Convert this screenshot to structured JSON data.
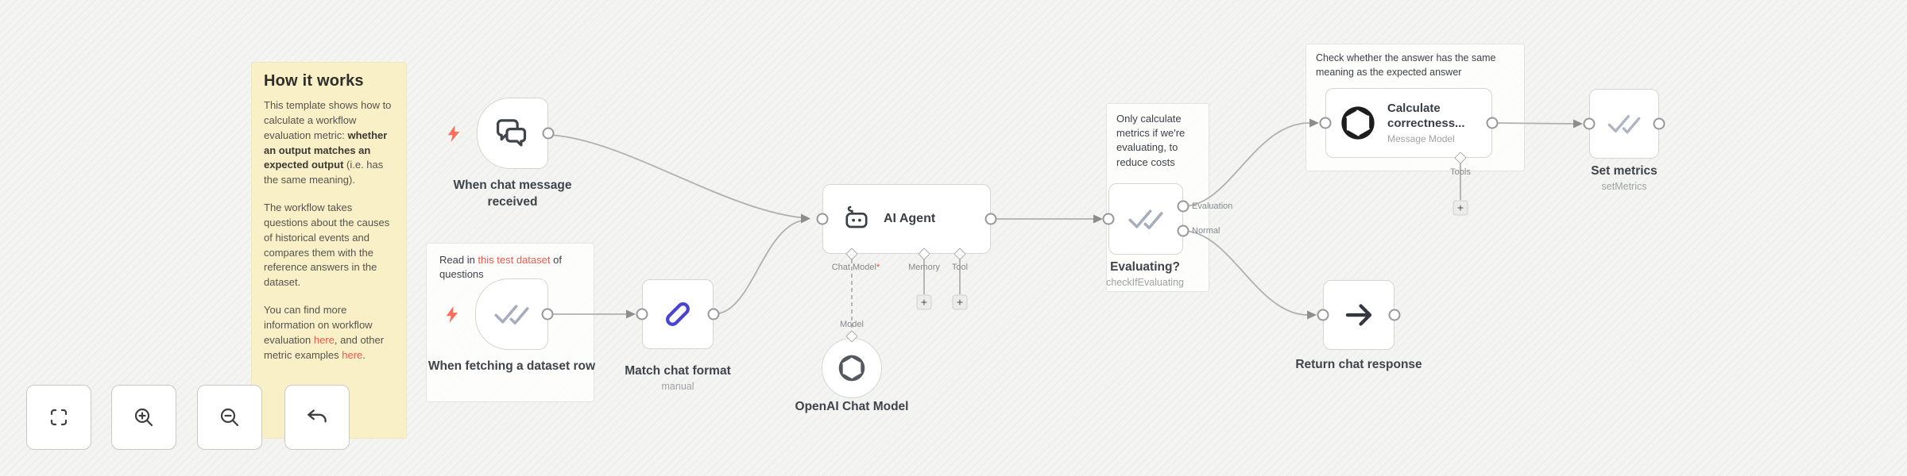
{
  "colors": {
    "accent": "#ff6d5a",
    "link": "#ed5a4d",
    "sticky_yellow": "#faf0c8",
    "pen_blue": "#4943d6",
    "wire": "#b0b0b0"
  },
  "sticky_how": {
    "title": "How it works",
    "p1_a": "This template shows how to calculate a workflow evaluation metric: ",
    "p1_bold": "whether an output matches an expected output",
    "p1_b": " (i.e. has the same meaning).",
    "p2": "The workflow takes questions about the causes of historical events and compares them with the reference answers in the dataset.",
    "p3_a": "You can find more information on workflow evaluation ",
    "p3_link1": "here",
    "p3_b": ", and other metric examples ",
    "p3_link2": "here",
    "p3_c": "."
  },
  "sticky_dataset": {
    "t1": "Read in ",
    "link": "this test dataset",
    "t2": " of questions"
  },
  "sticky_eval": {
    "text": "Only calculate metrics if we're evaluating, to reduce costs"
  },
  "sticky_check": {
    "text": "Check whether the answer has the same meaning as the expected answer"
  },
  "nodes": {
    "chat_trigger": {
      "label": "When chat message received"
    },
    "fetch_trigger": {
      "label": "When fetching a dataset row"
    },
    "match_format": {
      "label": "Match chat format",
      "subtitle": "manual"
    },
    "ai_agent": {
      "label": "AI Agent",
      "port_chat_model": "Chat Model",
      "required_mark": "*",
      "port_memory": "Memory",
      "port_tool": "Tool"
    },
    "openai_model": {
      "label": "OpenAI Chat Model",
      "port_model": "Model"
    },
    "evaluating": {
      "label": "Evaluating?",
      "subtitle": "checkIfEvaluating",
      "output_evaluation": "Evaluation",
      "output_normal": "Normal"
    },
    "calc_correctness": {
      "title": "Calculate correctness...",
      "subtitle": "Message Model",
      "port_tools": "Tools"
    },
    "set_metrics": {
      "label": "Set metrics",
      "subtitle": "setMetrics"
    },
    "return_response": {
      "label": "Return chat response"
    }
  },
  "plus": {
    "label": "+"
  },
  "icons": {
    "controls": [
      "fit-view-icon",
      "zoom-in-icon",
      "zoom-out-icon",
      "undo-icon"
    ],
    "trigger_bolt": "lightning-bolt-icon",
    "chat": "chat-bubbles-icon",
    "double_check": "double-check-icon",
    "pen": "pen-icon",
    "robot": "robot-icon",
    "openai": "openai-logo-icon",
    "arrow": "arrow-right-icon"
  }
}
